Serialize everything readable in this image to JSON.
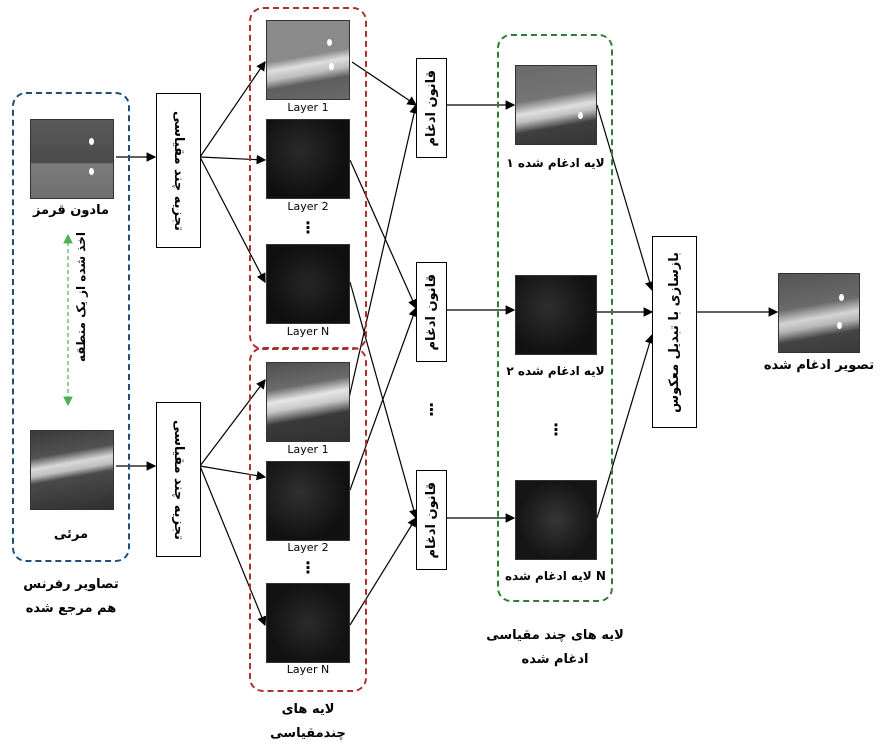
{
  "colors": {
    "ref_group_border": "#1f4e79",
    "multiscale_group_border": "#a8332d",
    "fused_group_border": "#2e7d32",
    "acquisition_arrow": "#4caf50"
  },
  "reference": {
    "infrared_label": "مادون قرمز",
    "visible_label": "مرئی",
    "acquisition_note": "اخذ شده از یک منطقه",
    "group_caption_line1": "تصاویر رفرنس",
    "group_caption_line2": "هم مرجع شده"
  },
  "decomposition_label": "تجزیه چند مقیاسی",
  "layers": {
    "layer1": "Layer 1",
    "layer2": "Layer 2",
    "layerN": "Layer N",
    "ellipsis": "⋮",
    "group_caption_line1": "لایه های",
    "group_caption_line2": "چندمقیاسی"
  },
  "fusion_rule_label": "قانون ادغام",
  "fused_layers": {
    "fused1": "لایه ادغام شده ۱",
    "fused2": "لایه ادغام شده ۲",
    "fusedN": "لایه ادغام شده N",
    "group_caption_line1": "لایه های چند مقیاسی",
    "group_caption_line2": "ادغام شده"
  },
  "reconstruction_label": "بازسازی با تبدیل معکوس",
  "output_label": "تصویر ادغام شده",
  "vertical_ellipsis": "⋮"
}
